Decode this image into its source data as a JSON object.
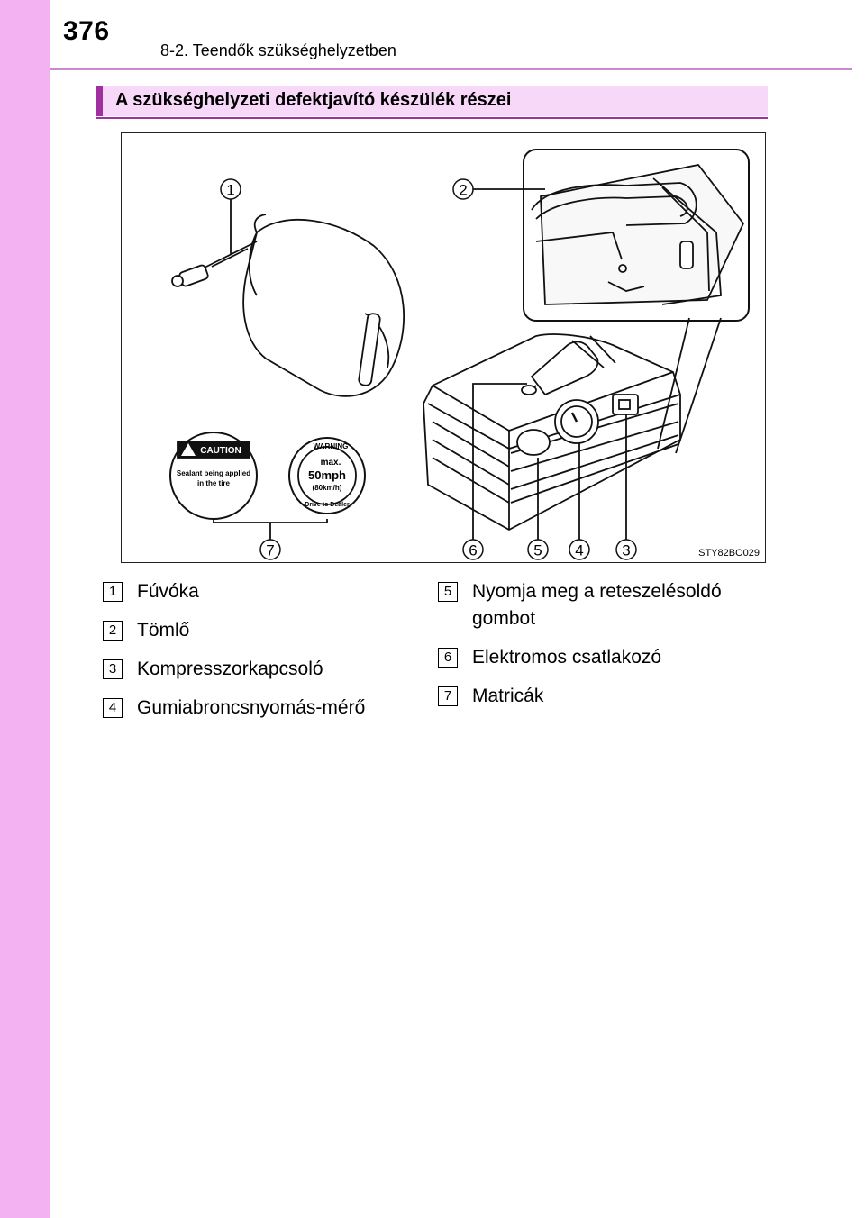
{
  "header": {
    "page_number": "376",
    "section_path": "8-2. Teendők szükséghelyzetben"
  },
  "section": {
    "title": "A szükséghelyzeti defektjavító készülék részei"
  },
  "illustration": {
    "image_code": "STY82BO029",
    "callouts": [
      "1",
      "2",
      "3",
      "4",
      "5",
      "6",
      "7"
    ],
    "sticker_caution": {
      "heading": "CAUTION",
      "line1": "Sealant being applied",
      "line2": "in the tire"
    },
    "sticker_warning": {
      "heading": "WARNING",
      "max": "max.",
      "speed": "50mph",
      "metric": "(80km/h)",
      "footer": "Drive to Dealer"
    }
  },
  "legend": {
    "left": [
      {
        "num": "1",
        "label": "Fúvóka"
      },
      {
        "num": "2",
        "label": "Tömlő"
      },
      {
        "num": "3",
        "label": "Kompresszorkapcsoló"
      },
      {
        "num": "4",
        "label": "Gumiabroncsnyomás-mérő"
      }
    ],
    "right": [
      {
        "num": "5",
        "label": "Nyomja meg a reteszelésoldó gombot"
      },
      {
        "num": "6",
        "label": "Elektromos csatlakozó"
      },
      {
        "num": "7",
        "label": "Matricák"
      }
    ]
  },
  "colors": {
    "side_band": "#f3b3f3",
    "title_bar_bg": "#f8d8f8",
    "title_bar_accent": "#a030a0",
    "header_rule": "#cc88cc"
  }
}
